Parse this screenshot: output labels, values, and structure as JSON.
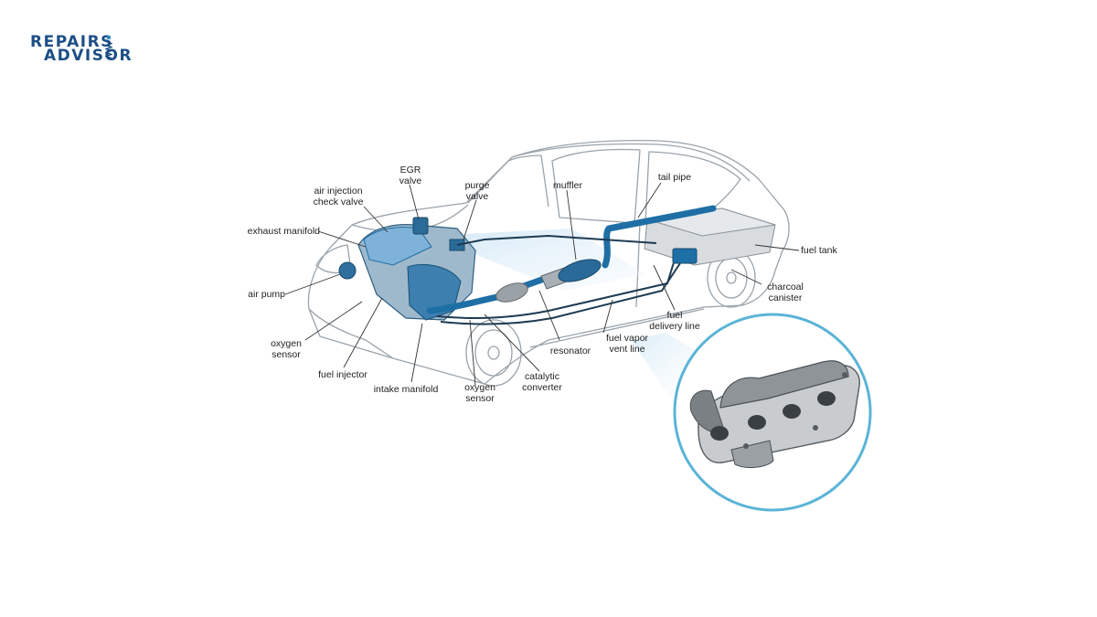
{
  "brand": {
    "line1": "REPAIRS",
    "line2": "ADVISOR",
    "accent": "#1d4f86"
  },
  "diagram": {
    "highlight_color": "#1e6fa5",
    "callouts": {
      "egr_valve": "EGR\nvalve",
      "air_injection_check_valve": "air injection\ncheck valve",
      "purge_valve": "purge\nvalve",
      "muffler": "muffler",
      "tail_pipe": "tail pipe",
      "exhaust_manifold": "exhaust manifold",
      "fuel_tank": "fuel tank",
      "air_pump": "air pump",
      "charcoal_canister": "charcoal\ncanister",
      "fuel_delivery_line": "fuel\ndelivery line",
      "oxygen_sensor_front": "oxygen\nsensor",
      "fuel_vapor_vent_line": "fuel vapor\nvent line",
      "resonator": "resonator",
      "fuel_injector": "fuel injector",
      "intake_manifold": "intake manifold",
      "oxygen_sensor_rear": "oxygen\nsensor",
      "catalytic_converter": "catalytic\nconverter"
    },
    "inset": {
      "border_color": "#5ab4d6"
    }
  }
}
